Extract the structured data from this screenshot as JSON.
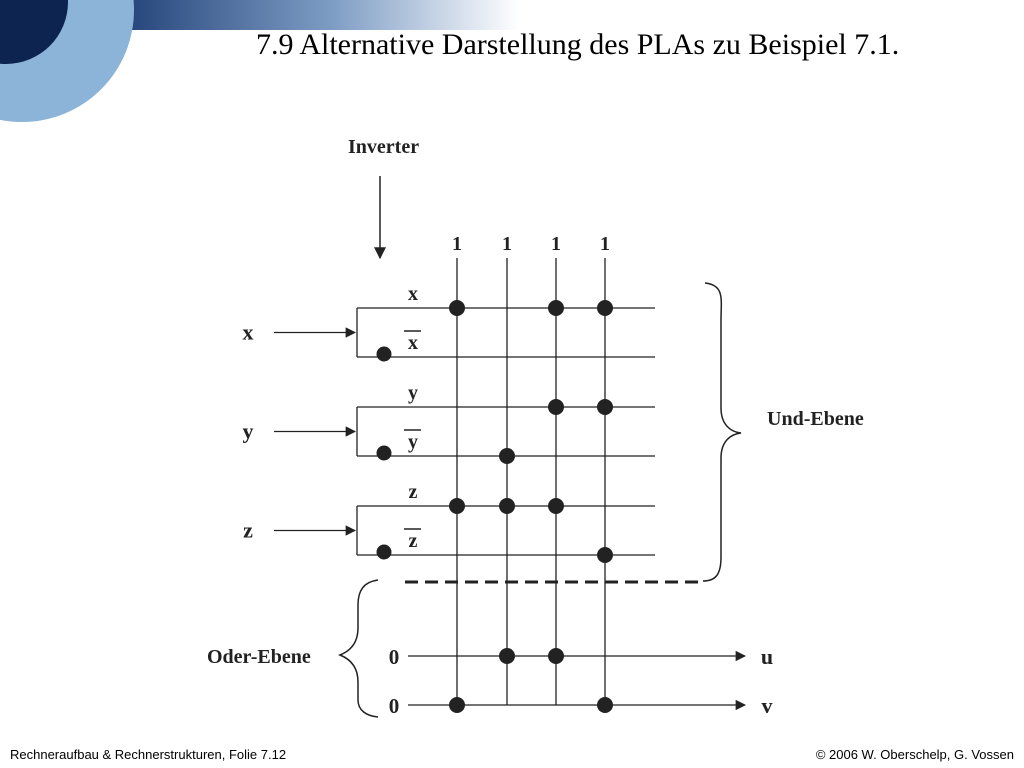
{
  "slide": {
    "title": "7.9 Alternative Darstellung des PLAs zu Beispiel 7.1.",
    "footer_left": "Rechneraufbau & Rechnerstrukturen, Folie 7.12",
    "footer_right": "© 2006 W. Oberschelp, G. Vossen"
  },
  "diagram": {
    "inverter_label": "Inverter",
    "inputs": [
      "x",
      "y",
      "z"
    ],
    "and_line_labels": [
      "x",
      "x",
      "y",
      "y",
      "z",
      "z"
    ],
    "column_labels": [
      "1",
      "1",
      "1",
      "1"
    ],
    "and_plane_label": "Und-Ebene",
    "or_plane_label": "Oder-Ebene",
    "or_row_values": [
      "0",
      "0"
    ],
    "outputs": [
      "u",
      "v"
    ],
    "and_connections": [
      [
        0,
        2,
        3
      ],
      [],
      [
        2,
        3
      ],
      [
        1
      ],
      [
        0,
        1,
        2
      ],
      [
        3
      ]
    ],
    "or_connections": [
      [
        1,
        2
      ],
      [
        0,
        3
      ]
    ]
  },
  "colors": {
    "accent_dark": "#0d2450",
    "accent_light": "#8cb4d8"
  }
}
